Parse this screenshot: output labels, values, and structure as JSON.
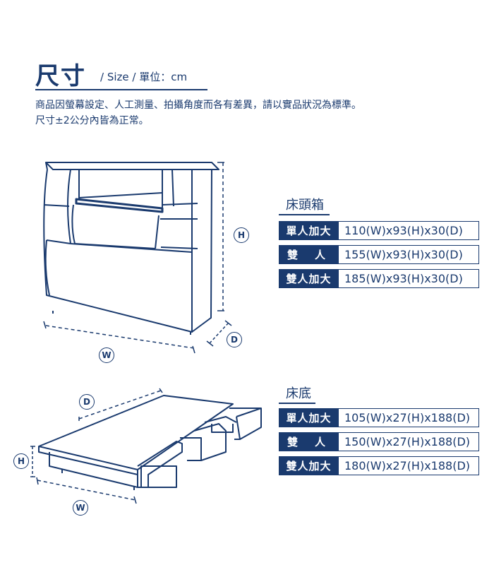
{
  "header": {
    "title": "尺寸",
    "subtitle": "/  Size  /  單位：cm"
  },
  "notes": [
    "商品因螢幕設定、人工測量、拍攝角度而各有差異，請以實品狀況為標準。",
    "尺寸±2公分內皆為正常。"
  ],
  "headboard": {
    "section_title": "床頭箱",
    "dim_labels": {
      "h": "H",
      "d": "D",
      "w": "W"
    },
    "rows": [
      {
        "label_a": "單人加大",
        "label_b": "",
        "value": "110(W)x93(H)x30(D)"
      },
      {
        "label_a": "雙",
        "label_b": "人",
        "value": "155(W)x93(H)x30(D)"
      },
      {
        "label_a": "雙人加大",
        "label_b": "",
        "value": "185(W)x93(H)x30(D)"
      }
    ]
  },
  "bedbase": {
    "section_title": "床底",
    "dim_labels": {
      "h": "H",
      "d": "D",
      "w": "W"
    },
    "rows": [
      {
        "label_a": "單人加大",
        "label_b": "",
        "value": "105(W)x27(H)x188(D)"
      },
      {
        "label_a": "雙",
        "label_b": "人",
        "value": "150(W)x27(H)x188(D)"
      },
      {
        "label_a": "雙人加大",
        "label_b": "",
        "value": "180(W)x27(H)x188(D)"
      }
    ]
  },
  "colors": {
    "accent": "#1a3a6e",
    "background": "#ffffff"
  }
}
